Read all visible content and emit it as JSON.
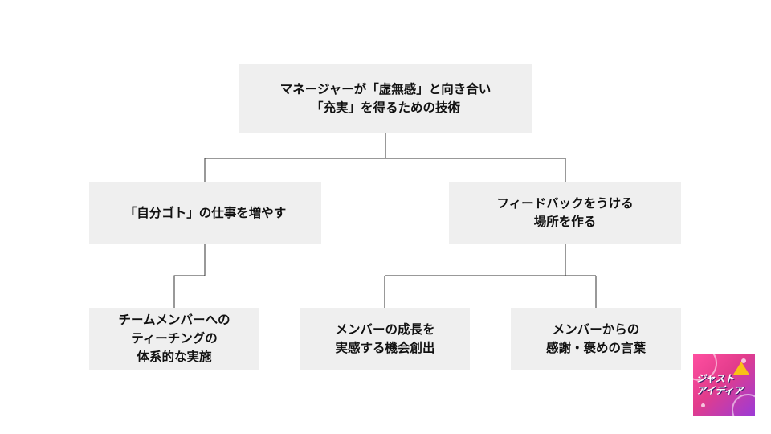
{
  "diagram": {
    "root": {
      "lines": [
        "マネージャーが「虚無感」と向き合い",
        "「充実」を得るための技術"
      ]
    },
    "left": {
      "lines": [
        "「自分ゴト」の仕事を増やす"
      ]
    },
    "right": {
      "lines": [
        "フィードバックをうける",
        "場所を作る"
      ]
    },
    "left_leaf": {
      "lines": [
        "チームメンバーへの",
        "ティーチングの",
        "体系的な実施"
      ]
    },
    "right_leaf_a": {
      "lines": [
        "メンバーの成長を",
        "実感する機会創出"
      ]
    },
    "right_leaf_b": {
      "lines": [
        "メンバーからの",
        "感謝・褒めの言葉"
      ]
    }
  },
  "logo": {
    "lines": [
      "ジャスト",
      "アイディア"
    ],
    "colors": {
      "start": "#ff4fa0",
      "end": "#9c3bd6"
    }
  },
  "colors": {
    "node_fill": "#efefef",
    "line": "#333333",
    "text": "#111111"
  }
}
